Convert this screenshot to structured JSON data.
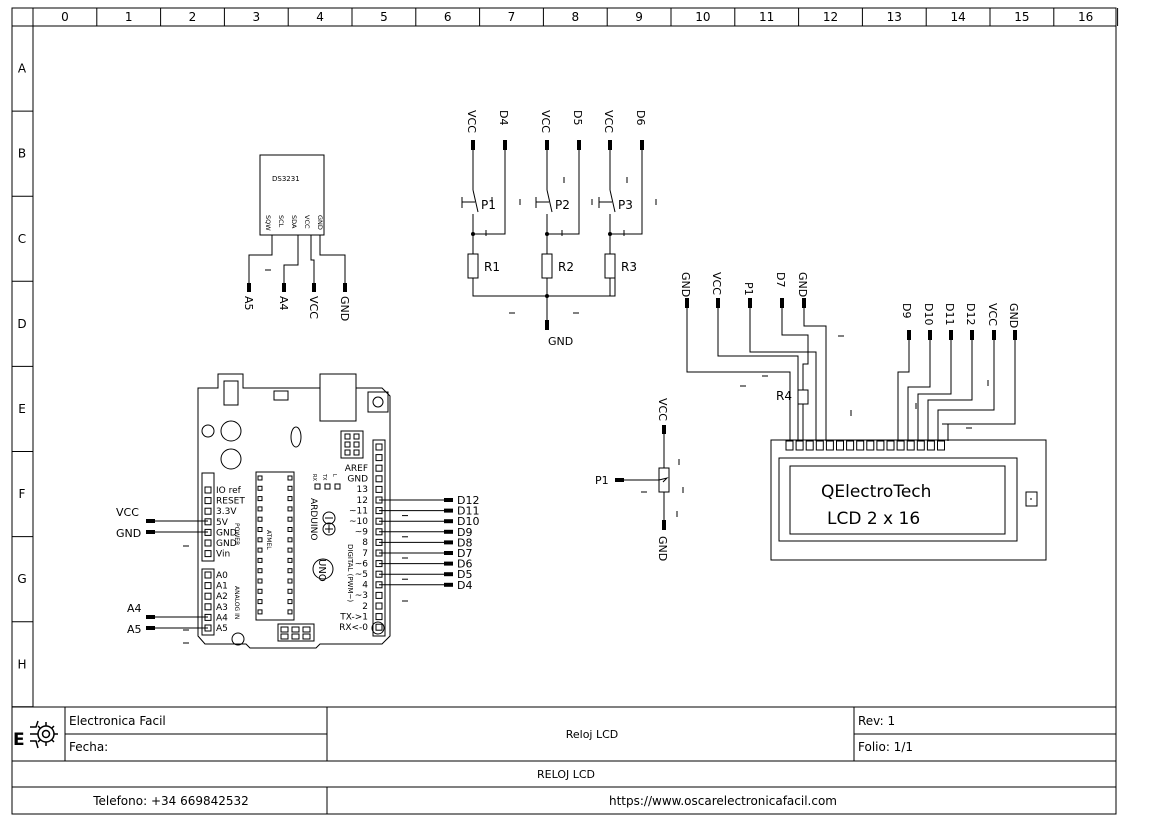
{
  "grid": {
    "columns": [
      "0",
      "1",
      "2",
      "3",
      "4",
      "5",
      "6",
      "7",
      "8",
      "9",
      "10",
      "11",
      "12",
      "13",
      "14",
      "15",
      "16"
    ],
    "rows": [
      "A",
      "B",
      "C",
      "D",
      "E",
      "F",
      "G",
      "H"
    ]
  },
  "rtc": {
    "chip": "DS3231",
    "pins": [
      "SQW",
      "SCL",
      "SDA",
      "VCC",
      "GND"
    ],
    "nets": [
      "A5",
      "A4",
      "VCC",
      "GND"
    ]
  },
  "buttons": {
    "top_nets": [
      "VCC",
      "D4",
      "VCC",
      "D5",
      "VCC",
      "D6"
    ],
    "switches": [
      "P1",
      "P2",
      "P3"
    ],
    "resistors": [
      "R1",
      "R2",
      "R3"
    ],
    "gnd": "GND"
  },
  "pot": {
    "vcc": "VCC",
    "gnd": "GND",
    "wiper": "P1"
  },
  "lcd": {
    "left_nets": [
      "GND",
      "VCC",
      "P1",
      "D7",
      "GND"
    ],
    "right_nets": [
      "D9",
      "D10",
      "D11",
      "D12",
      "VCC",
      "GND"
    ],
    "resistor": "R4",
    "line1": "QElectroTech",
    "line2": "LCD 2 x 16"
  },
  "arduino": {
    "brand": "ARDUINO",
    "model": "UNO",
    "chip": "ATMEL",
    "left_header": [
      "IO ref",
      "RESET",
      "3.3V",
      "5V",
      "GND",
      "GND",
      "Vin"
    ],
    "analog_header": [
      "A0",
      "A1",
      "A2",
      "A3",
      "A4",
      "A5"
    ],
    "right_header": [
      "AREF",
      "GND",
      "13",
      "12",
      "~11",
      "~10",
      "~9",
      "8",
      "7",
      "~6",
      "~5",
      "4",
      "~3",
      "2",
      "TX->1",
      "RX<-0"
    ],
    "power_label": "POWER",
    "analog_label": "ANALOG IN",
    "digital_label": "DIGITAL (PWM~)",
    "tx": "TX",
    "rx": "RX",
    "l": "L",
    "left_nets": [
      "VCC",
      "GND",
      "A4",
      "A5"
    ],
    "right_nets": [
      "D12",
      "D11",
      "D10",
      "D9",
      "D8",
      "D7",
      "D6",
      "D5",
      "D4"
    ]
  },
  "title_block": {
    "author": "Electronica Facil",
    "date_label": "Fecha:",
    "title": "Reloj LCD",
    "revision": "Rev: 1",
    "sheet": "Folio: 1/1",
    "project": "RELOJ LCD",
    "phone": "Telefono: +34 669842532",
    "website": "https://www.oscarelectronicafacil.com"
  }
}
